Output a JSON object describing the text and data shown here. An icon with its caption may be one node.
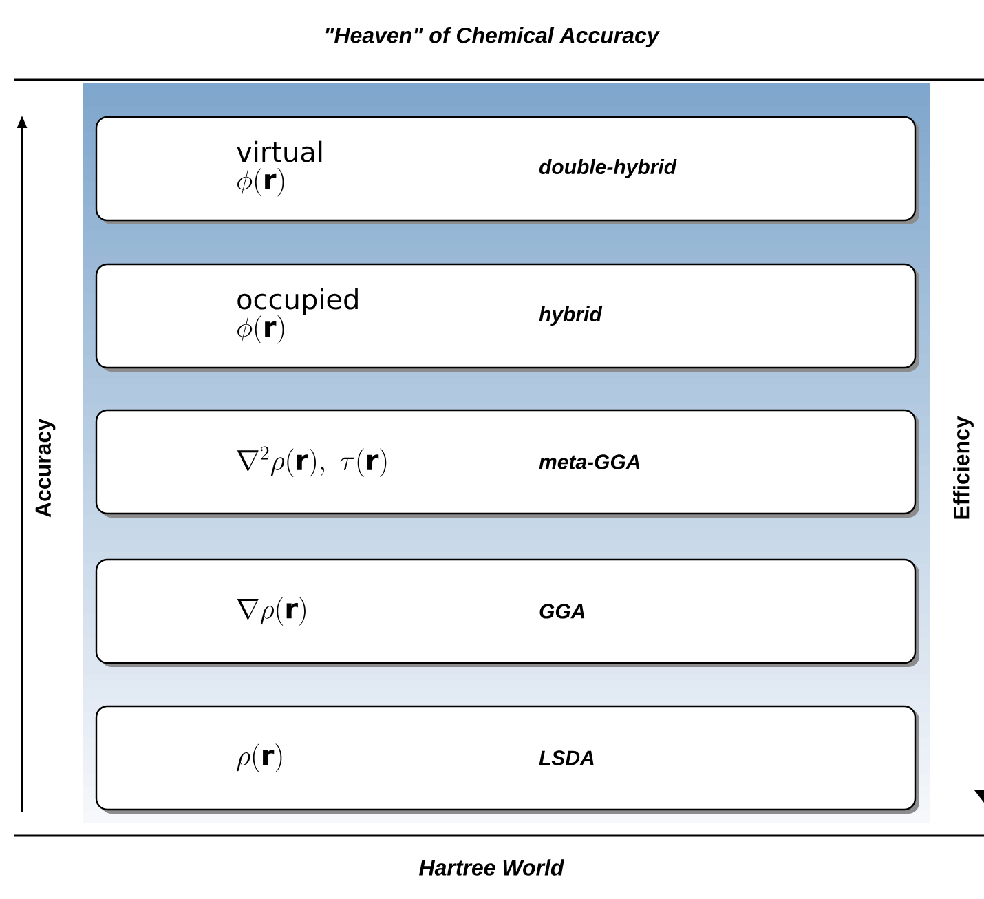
{
  "diagram": {
    "nodes": [
      {
        "text": [
          "virtual",
          "\\phi(\\mathbf{r})",
          "double-hybrid"
        ]
      },
      {
        "text": [
          "occupied",
          "\\phi(\\mathbf{r})",
          "hybrid"
        ]
      },
      {
        "text": [
          "\\nabla^2\\rho(\\mathbf{r}),\\ \\tau(\\mathbf{r})",
          "meta-GGA"
        ]
      },
      {
        "text": [
          "\\nabla\\rho(\\mathbf{r})",
          "GGA"
        ]
      },
      {
        "text": [
          "\\rho(\\mathbf{r})",
          "LSDA"
        ]
      }
    ],
    "edges": [],
    "labels": [
      "\"Heaven\" of Chemical Accuracy",
      "Accuracy",
      "Efficiency",
      "Hartree World"
    ]
  }
}
